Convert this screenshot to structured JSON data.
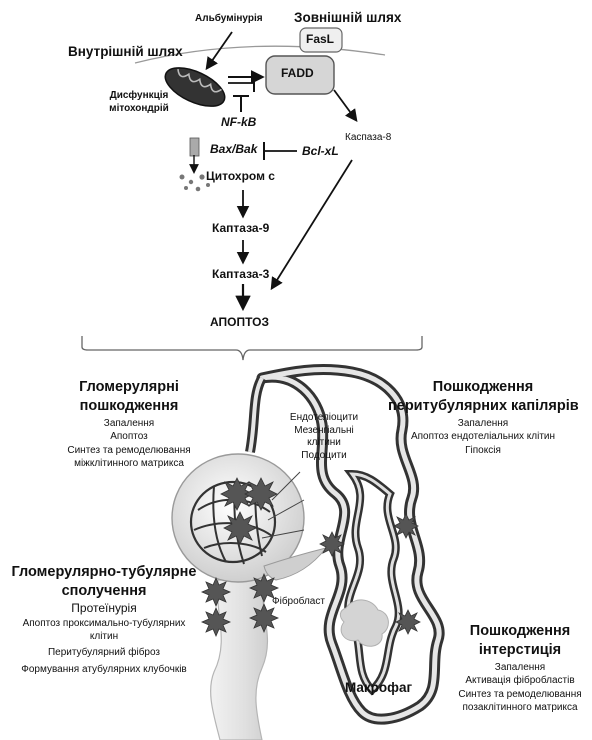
{
  "top": {
    "albuminuria": "Альбумінурія",
    "external_path": "Зовнішній шлях",
    "internal_path": "Внутрішній шлях",
    "fasl": "FasL",
    "fadd": "FADD",
    "mito_dysfunction": [
      "Дисфункція",
      "мітохондрій"
    ],
    "nfkb": "NF-kB",
    "bax_bak": "Bax/Bak",
    "bcl_xl": "Bcl-xL",
    "caspase8": "Каспаза-8",
    "cytochrome": "Цитохром с",
    "caspase9": "Каптаза-9",
    "caspase3": "Каптаза-3",
    "apoptosis": "АПОПТОЗ"
  },
  "bottom": {
    "glomerular": {
      "title": [
        "Гломерулярні",
        "пошкодження"
      ],
      "items": [
        "Запалення",
        "Апоптоз",
        "Синтез та ремоделювання",
        "міжклітинного матрикса"
      ]
    },
    "peritubular": {
      "title": [
        "Пошкодження",
        "перитубулярних капілярів"
      ],
      "items": [
        "Запалення",
        "Апоптоз ендотеліальних клітин",
        "Гіпоксія"
      ]
    },
    "cells": [
      "Ендотеліоцити",
      "Мезенгіальні",
      "клітини",
      "Подоцити"
    ],
    "gt_junction": {
      "title": [
        "Гломерулярно-тубулярне",
        "сполучення"
      ],
      "items": [
        "Протеїнурія",
        "Апоптоз проксимально-тубулярних",
        "клітин",
        "Перитубулярний фіброз",
        "Формування атубулярних клубочків"
      ]
    },
    "fibroblast": "Фібробласт",
    "macrophage": "Макрофаг",
    "interstitium": {
      "title": [
        "Пошкодження",
        "інтерстиція"
      ],
      "items": [
        "Запалення",
        "Активація фібробластів",
        "Синтез та ремоделювання",
        "позаклітинного матрикса"
      ]
    }
  },
  "colors": {
    "ink": "#111111",
    "fadd_fill": "#d6d6d6",
    "tubule": "#e3e3e3",
    "marker": "#555555"
  }
}
